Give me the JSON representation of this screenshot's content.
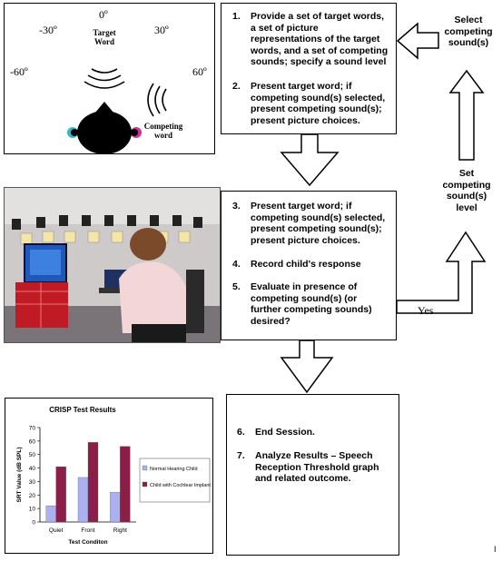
{
  "sound_diagram": {
    "angles": [
      "0º",
      "-30º",
      "30º",
      "-60º",
      "60º"
    ],
    "target_word": "Target\nWord",
    "competing_word": "Competing\nword"
  },
  "steps": {
    "s1": {
      "num": "1.",
      "text": "Provide a set of target words,\na set of picture\nrepresentations of the target\nwords, and a set of competing\nsounds; specify a sound level"
    },
    "s2": {
      "num": "2.",
      "text": "Present target word; if\ncompeting sound(s) selected,\npresent competing sound(s);\npresent picture choices."
    },
    "s3": {
      "num": "3.",
      "text": "Present target word; if\ncompeting sound(s) selected,\npresent competing sound(s);\npresent picture choices."
    },
    "s4": {
      "num": "4.",
      "text": "Record child's response"
    },
    "s5": {
      "num": "5.",
      "text": "Evaluate in presence of\ncompeting sound(s) (or\nfurther competing sounds)\ndesired?"
    },
    "s6": {
      "num": "6.",
      "text": "End Session."
    },
    "s7": {
      "num": "7.",
      "text": "Analyze Results – Speech\nReception Threshold graph\nand related outcome."
    }
  },
  "side_labels": {
    "select": "Select\ncompeting\nsound(s)",
    "set_level": "Set\ncompeting\nsound(s)\nlevel",
    "yes": "Yes"
  },
  "page_mark": "I",
  "chart_data": {
    "type": "bar",
    "title": "CRISP Test Results",
    "xlabel": "Test Conditon",
    "ylabel": "SRT Value (dB SPL)",
    "categories": [
      "Quiet",
      "Front",
      "Right"
    ],
    "ylim": [
      0,
      70
    ],
    "yticks": [
      0,
      10,
      20,
      30,
      40,
      50,
      60,
      70
    ],
    "series": [
      {
        "name": "Normal Hearing Child",
        "values": [
          12,
          33,
          22
        ],
        "color": "#aab0f0"
      },
      {
        "name": "Child with Cochlear Implant",
        "values": [
          41,
          59,
          56
        ],
        "color": "#8b1f4a"
      }
    ],
    "legend_position": "right",
    "grid": false
  }
}
